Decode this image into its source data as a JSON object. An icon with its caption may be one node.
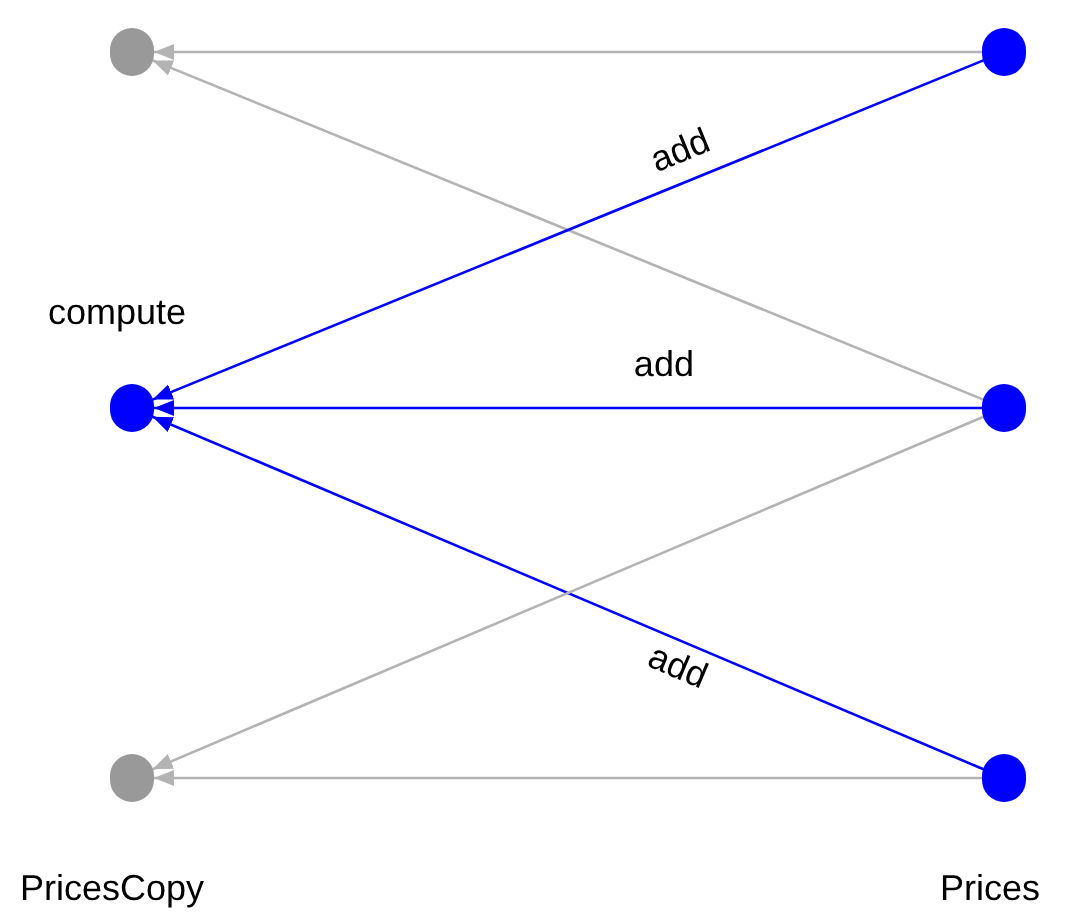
{
  "diagram": {
    "nodes": [
      {
        "text": [],
        "shape": "circle"
      },
      {
        "text": [],
        "shape": "circle"
      },
      {
        "text": [],
        "shape": "circle",
        "beside": [
          "compute"
        ]
      },
      {
        "text": [],
        "shape": "circle"
      },
      {
        "text": [],
        "shape": "circle"
      },
      {
        "text": [],
        "shape": "circle"
      }
    ],
    "edges": [
      {
        "from": 1,
        "to": 0,
        "arrow": "to"
      },
      {
        "from": 3,
        "to": 0,
        "arrow": "to"
      },
      {
        "from": 1,
        "to": 2,
        "arrow": "to",
        "label": "add",
        "color": "#0000ff"
      },
      {
        "from": 3,
        "to": 2,
        "arrow": "to",
        "label": "add",
        "color": "#0000ff"
      },
      {
        "from": 5,
        "to": 2,
        "arrow": "to",
        "label": "add",
        "color": "#0000ff"
      },
      {
        "from": 3,
        "to": 4,
        "arrow": "to"
      },
      {
        "from": 5,
        "to": 4,
        "arrow": "to"
      }
    ],
    "labels": [
      "PricesCopy",
      "Prices"
    ]
  }
}
